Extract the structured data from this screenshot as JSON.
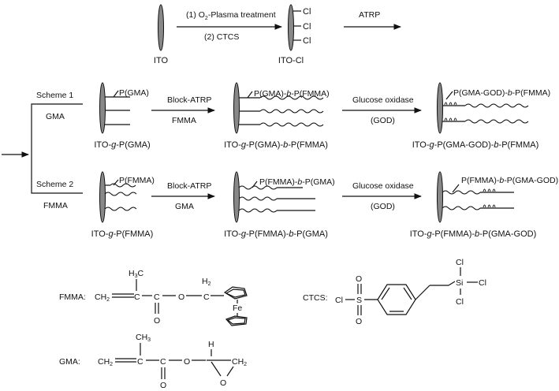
{
  "step1": {
    "ito_label": "ITO",
    "cond_1": "(1) O",
    "cond_1_sub": "2",
    "cond_1_rest": "-Plasma treatment",
    "cond_2": "(2) CTCS",
    "itocl_label": "ITO-Cl",
    "cl": "Cl",
    "atrp": "ATRP"
  },
  "scheme1": {
    "name": "Scheme 1",
    "monomer": "GMA",
    "p1_chain": "P(GMA)",
    "p1_label": [
      "ITO-",
      "g",
      "-P(GMA)"
    ],
    "arrow2_top": "Block-ATRP",
    "arrow2_bottom": "FMMA",
    "p2_chain": [
      "P(GMA)-",
      "b",
      "-P(FMMA)"
    ],
    "p2_label": [
      "ITO-",
      "g",
      "-P(GMA)-",
      "b",
      "-P(FMMA)"
    ],
    "arrow3_top": "Glucose oxidase",
    "arrow3_bottom": "(GOD)",
    "p3_chain": [
      "P(GMA-GOD)-",
      "b",
      "-P(FMMA)"
    ],
    "p3_label": [
      "ITO-",
      "g",
      "-P(GMA-GOD)-",
      "b",
      "-P(FMMA)"
    ]
  },
  "scheme2": {
    "name": "Scheme 2",
    "monomer": "FMMA",
    "p1_chain": "P(FMMA)",
    "p1_label": [
      "ITO-",
      "g",
      "-P(FMMA)"
    ],
    "arrow2_top": "Block-ATRP",
    "arrow2_bottom": "GMA",
    "p2_chain": [
      "P(FMMA)-",
      "b",
      "-P(GMA)"
    ],
    "p2_label": [
      "ITO-",
      "g",
      "-P(FMMA)-",
      "b",
      "-P(GMA)"
    ],
    "arrow3_top": "Glucose oxidase",
    "arrow3_bottom": "(GOD)",
    "p3_chain": [
      "P(FMMA)-",
      "b",
      "-P(GMA-GOD)"
    ],
    "p3_label": [
      "ITO-",
      "g",
      "-P(FMMA)-",
      "b",
      "-P(GMA-GOD)"
    ]
  },
  "structures": {
    "fmma": {
      "name": "FMMA:",
      "ch2": "CH",
      "ch2_sub": "2",
      "c": "C",
      "c2": "C",
      "o_ester": "O",
      "o_carbonyl": "O",
      "methyl": "H",
      "methyl_sub": "3",
      "methyl_c": "C",
      "ch2b": "H",
      "ch2b_sub": "2",
      "ch2b_c": "C",
      "fe": "Fe"
    },
    "gma": {
      "name": "GMA:",
      "ch2": "CH",
      "ch2_sub": "2",
      "c": "C",
      "c2": "C",
      "o_ester": "O",
      "o_carbonyl": "O",
      "methyl": "CH",
      "methyl_sub": "3",
      "h": "H",
      "ring_ch2": "CH",
      "ring_ch2_sub": "2",
      "ring_o": "O"
    },
    "ctcs": {
      "name": "CTCS:",
      "cl_s": "Cl",
      "s": "S",
      "o_top": "O",
      "o_bottom": "O",
      "si": "Si",
      "cl_top": "Cl",
      "cl_right": "Cl",
      "cl_bottom": "Cl"
    }
  }
}
